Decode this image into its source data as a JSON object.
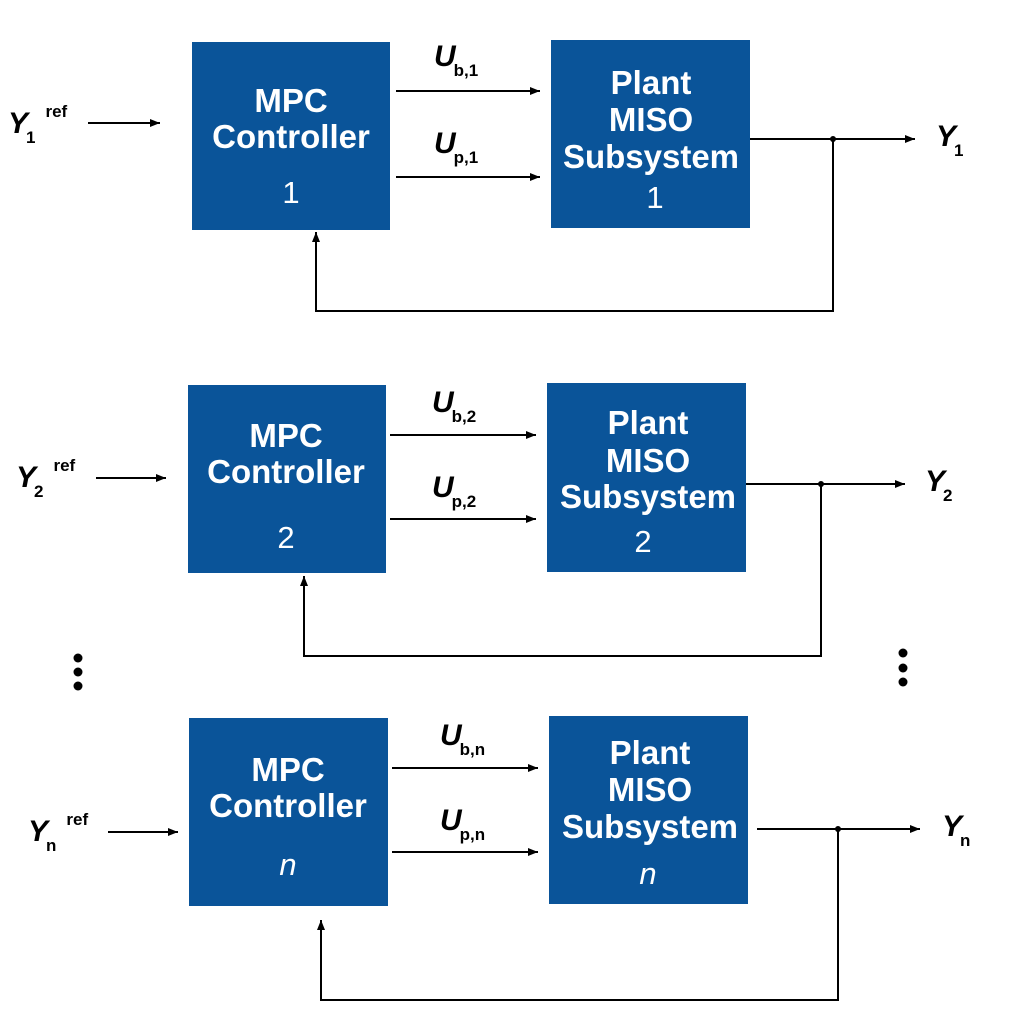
{
  "ref_label": "ref",
  "loops": [
    {
      "controller": {
        "line1": "MPC",
        "line2": "Controller",
        "index": "1"
      },
      "plant": {
        "line1": "Plant",
        "line2": "MISO",
        "line3": "Subsystem",
        "index": "1"
      },
      "reference": {
        "symbol": "Y",
        "sub": "1"
      },
      "output": {
        "symbol": "Y",
        "sub": "1"
      },
      "inputs": [
        {
          "symbol": "U",
          "sub": "b,1"
        },
        {
          "symbol": "U",
          "sub": "p,1"
        }
      ]
    },
    {
      "controller": {
        "line1": "MPC",
        "line2": "Controller",
        "index": "2"
      },
      "plant": {
        "line1": "Plant",
        "line2": "MISO",
        "line3": "Subsystem",
        "index": "2"
      },
      "reference": {
        "symbol": "Y",
        "sub": "2"
      },
      "output": {
        "symbol": "Y",
        "sub": "2"
      },
      "inputs": [
        {
          "symbol": "U",
          "sub": "b,2"
        },
        {
          "symbol": "U",
          "sub": "p,2"
        }
      ]
    },
    {
      "controller": {
        "line1": "MPC",
        "line2": "Controller",
        "index": "n"
      },
      "plant": {
        "line1": "Plant",
        "line2": "MISO",
        "line3": "Subsystem",
        "index": "n"
      },
      "reference": {
        "symbol": "Y",
        "sub": "n"
      },
      "output": {
        "symbol": "Y",
        "sub": "n"
      },
      "inputs": [
        {
          "symbol": "U",
          "sub": "b,n"
        },
        {
          "symbol": "U",
          "sub": "p,n"
        }
      ]
    }
  ]
}
